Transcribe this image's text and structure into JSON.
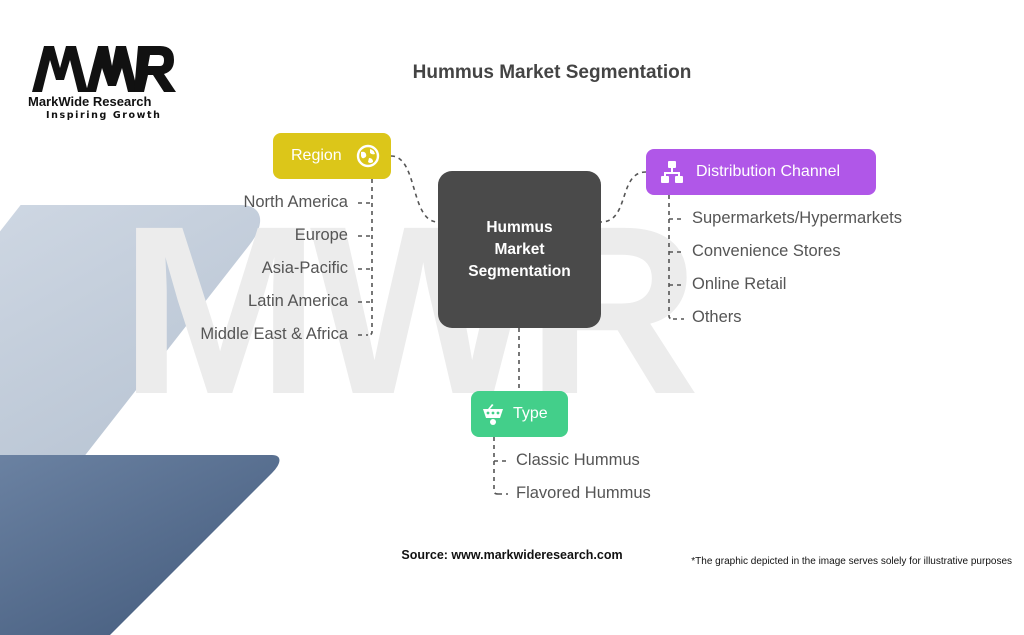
{
  "brand": {
    "logo_mark": "MWR",
    "name": "MarkWide Research",
    "tagline": "Inspiring Growth",
    "watermark": "MWR"
  },
  "title": "Hummus Market Segmentation",
  "center": {
    "label": "Hummus Market Segmentation"
  },
  "branches": {
    "region": {
      "label": "Region",
      "icon": "globe-icon",
      "color": "#dcc619",
      "items": [
        "North America",
        "Europe",
        "Asia-Pacific",
        "Latin America",
        "Middle East & Africa"
      ]
    },
    "distribution": {
      "label": "Distribution Channel",
      "icon": "network-icon",
      "color": "#b057e8",
      "items": [
        "Supermarkets/Hypermarkets",
        "Convenience Stores",
        "Online Retail",
        "Others"
      ]
    },
    "type": {
      "label": "Type",
      "icon": "basket-icon",
      "color": "#43cf8a",
      "items": [
        "Classic Hummus",
        "Flavored Hummus"
      ]
    }
  },
  "footer": {
    "source": "Source: www.markwideresearch.com",
    "disclaimer": "*The graphic depicted in the image serves solely for illustrative purposes"
  }
}
